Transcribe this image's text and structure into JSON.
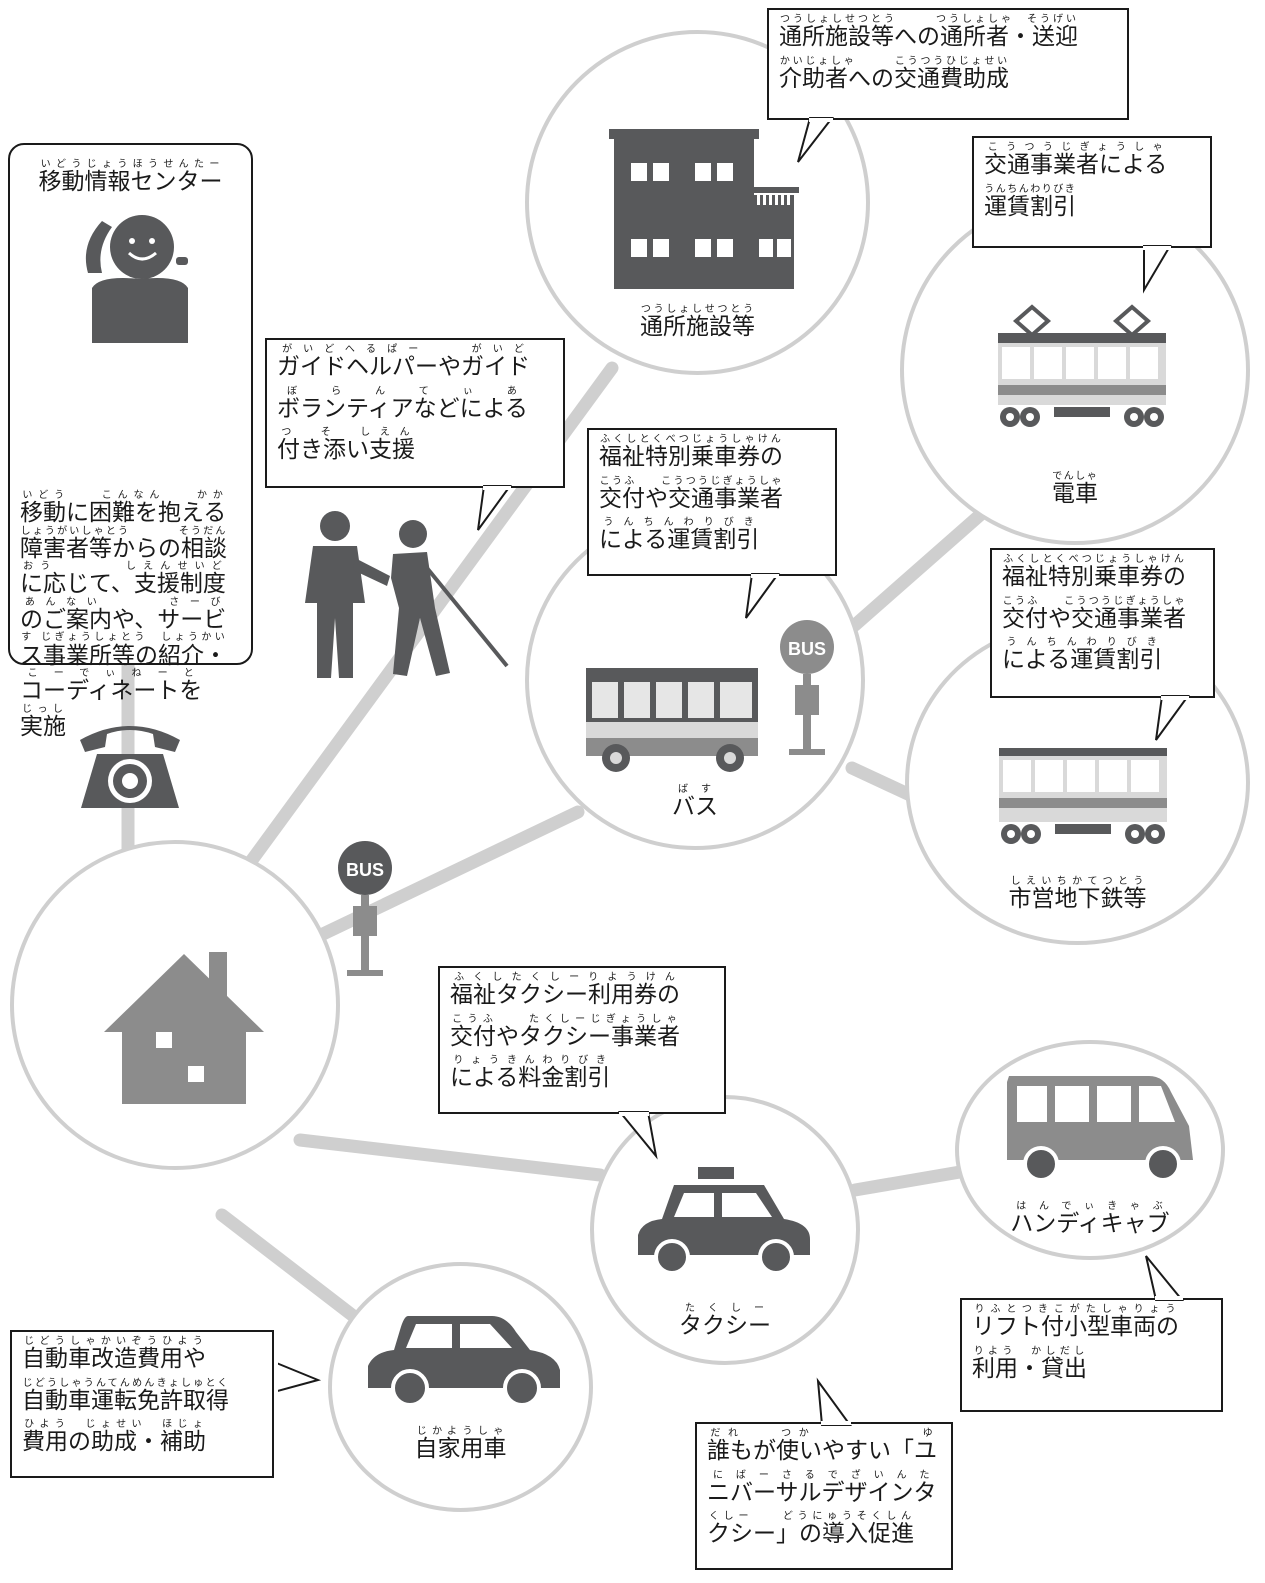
{
  "center_info": {
    "title": "移動情報センター",
    "title_ruby": "いどうじょうほうせんたー",
    "description": [
      {
        "text": "移動に困難を抱える",
        "ruby": "いどう　　こんなん　　かか"
      },
      {
        "text": "障害者等からの相談",
        "ruby": "しょうがいしゃとう　　　　そうだん"
      },
      {
        "text": "に応じて、支援制度",
        "ruby": "おう　　　　しえんせいど"
      },
      {
        "text": "のご案内や、サービ",
        "ruby": "あんない　　　さーび"
      },
      {
        "text": "ス事業所等の紹介・",
        "ruby": "す じぎょうしょとう　しょうかい"
      },
      {
        "text": "コーディネートを",
        "ruby": "こーでぃねーと"
      },
      {
        "text": "実施",
        "ruby": "じっし"
      }
    ]
  },
  "nodes": {
    "home": {
      "label": "",
      "icon": "house-icon"
    },
    "facility": {
      "label": "通所施設等",
      "ruby": "つうしょしせつとう",
      "icon": "building-icon"
    },
    "train": {
      "label": "電車",
      "ruby": "でんしゃ",
      "icon": "train-icon"
    },
    "bus": {
      "label": "バス",
      "ruby": "ばす",
      "icon": "bus-icon",
      "stop_sign": "BUS"
    },
    "subway": {
      "label": "市営地下鉄等",
      "ruby": "しえいちかてつとう",
      "icon": "subway-icon"
    },
    "taxi": {
      "label": "タクシー",
      "ruby": "たくしー",
      "icon": "taxi-icon"
    },
    "handicab": {
      "label": "ハンディキャブ",
      "ruby": "はんでぃきゃぶ",
      "icon": "van-icon"
    },
    "car": {
      "label": "自家用車",
      "ruby": "じかようしゃ",
      "icon": "car-icon"
    }
  },
  "home_bus_stop": "BUS",
  "callouts": {
    "facility": {
      "lines": [
        {
          "text": "通所施設等への通所者・送迎",
          "ruby": "つうしょしせつとう　　　つうしょしゃ　そうげい"
        },
        {
          "text": "介助者への交通費助成",
          "ruby": "かいじょしゃ　　　こうつうひじょせい"
        }
      ]
    },
    "train": {
      "lines": [
        {
          "text": "交通事業者による",
          "ruby": "こうつうじぎょうしゃ"
        },
        {
          "text": "運賃割引",
          "ruby": "うんちんわりびき"
        }
      ]
    },
    "guide": {
      "lines": [
        {
          "text": "ガイドヘルパーやガイド",
          "ruby": "がいどへるぱー　　がいど"
        },
        {
          "text": "ボランティアなどによる",
          "ruby": "ぼらんてぃあ"
        },
        {
          "text": "付き添い支援",
          "ruby": "つ　そ　しえん"
        }
      ]
    },
    "bus": {
      "lines": [
        {
          "text": "福祉特別乗車券の",
          "ruby": "ふくしとくべつじょうしゃけん"
        },
        {
          "text": "交付や交通事業者",
          "ruby": "こうふ　　こうつうじぎょうしゃ"
        },
        {
          "text": "による運賃割引",
          "ruby": "うんちんわりびき"
        }
      ]
    },
    "subway": {
      "lines": [
        {
          "text": "福祉特別乗車券の",
          "ruby": "ふくしとくべつじょうしゃけん"
        },
        {
          "text": "交付や交通事業者",
          "ruby": "こうふ　　こうつうじぎょうしゃ"
        },
        {
          "text": "による運賃割引",
          "ruby": "うんちんわりびき"
        }
      ]
    },
    "taxi": {
      "lines": [
        {
          "text": "福祉タクシー利用券の",
          "ruby": "ふくしたくしーりようけん"
        },
        {
          "text": "交付やタクシー事業者",
          "ruby": "こうふ　　たくしーじぎょうしゃ"
        },
        {
          "text": "による料金割引",
          "ruby": "りょうきんわりびき"
        }
      ]
    },
    "handicab": {
      "lines": [
        {
          "text": "リフト付小型車両の",
          "ruby": "りふとつきこがたしゃりょう"
        },
        {
          "text": "利用・貸出",
          "ruby": "りよう　かしだし"
        }
      ]
    },
    "universal": {
      "lines": [
        {
          "text": "誰もが使いやすい「ユ",
          "ruby": "だれ　　つか　　　　　　ゆ"
        },
        {
          "text": "ニバーサルデザインタ",
          "ruby": "にばーさるでざいんた"
        },
        {
          "text": "クシー」の導入促進",
          "ruby": "くしー　　どうにゅうそくしん"
        }
      ]
    },
    "car": {
      "lines": [
        {
          "text": "自動車改造費用や",
          "ruby": "じどうしゃかいぞうひよう"
        },
        {
          "text": "自動車運転免許取得",
          "ruby": "じどうしゃうんてんめんきょしゅとく"
        },
        {
          "text": "費用の助成・補助",
          "ruby": "ひよう　じょせい　ほじょ"
        }
      ]
    }
  },
  "colors": {
    "icon_dark": "#58595b",
    "icon_mid": "#8c8c8c",
    "line": "#cfcfcf",
    "stripe_light": "#d9d9d9"
  }
}
